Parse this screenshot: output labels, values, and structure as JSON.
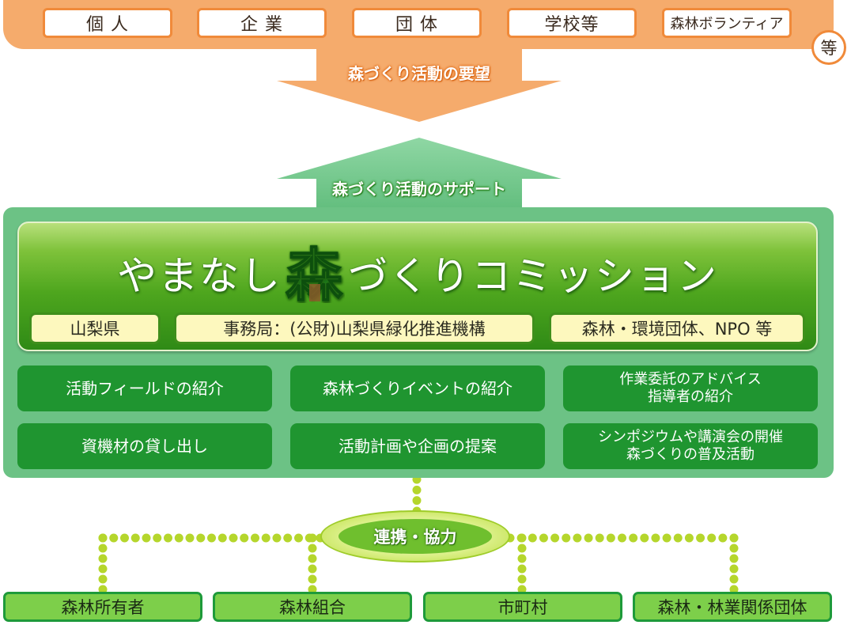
{
  "requesters": {
    "items": [
      "個 人",
      "企 業",
      "団 体",
      "学校等",
      "森林ボランティア"
    ],
    "etc": "等"
  },
  "arrows": {
    "request_label": "森づくり活動の要望",
    "support_label": "森づくり活動のサポート"
  },
  "commission": {
    "title_prefix": "やまなし",
    "title_mori": "森",
    "title_suffix": "づくりコミッション",
    "orgs": [
      "山梨県",
      "事務局：(公財)山梨県緑化推進機構",
      "森林・環境団体、NPO 等"
    ]
  },
  "services": [
    [
      "活動フィールドの紹介"
    ],
    [
      "森林づくりイベントの紹介"
    ],
    [
      "作業委託のアドバイス",
      "指導者の紹介"
    ],
    [
      "資機材の貸し出し"
    ],
    [
      "活動計画や企画の提案"
    ],
    [
      "シンポジウムや講演会の開催",
      "森づくりの普及活動"
    ]
  ],
  "cooperation": {
    "label": "連携・協力",
    "partners": [
      "森林所有者",
      "森林組合",
      "市町村",
      "森林・林業関係団体"
    ]
  },
  "colors": {
    "orange_band": "#f5ab6c",
    "orange_border": "#f08a3a",
    "green_panel": "#6cc285",
    "service_green": "#1f9530",
    "partner_fill": "#7dcf4a",
    "dots": "#b5d62c"
  }
}
